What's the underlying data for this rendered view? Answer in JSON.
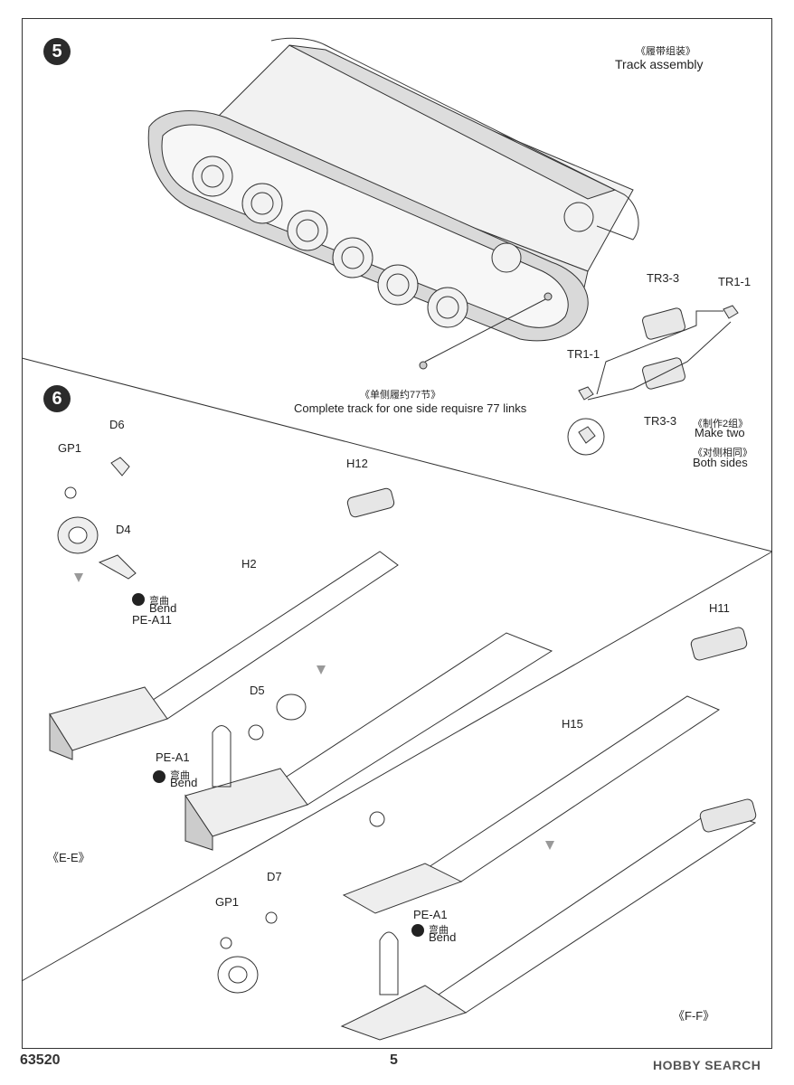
{
  "step5": {
    "number": "5",
    "title_cn": "《履带组装》",
    "title_en": "Track assembly",
    "track_note_cn": "《单侧履约77节》",
    "track_note_en": "Complete track for one side requisre 77 links",
    "parts": {
      "tr3_top": "TR3-3",
      "tr1_right": "TR1-1",
      "tr1_left": "TR1-1",
      "tr3_bottom": "TR3-3"
    },
    "make_two_cn": "《制作2组》",
    "make_two_en": "Make two",
    "both_sides_cn": "《对侧相同》",
    "both_sides_en": "Both sides"
  },
  "step6": {
    "number": "6",
    "parts": {
      "d6": "D6",
      "gp1_top": "GP1",
      "d4": "D4",
      "h12": "H12",
      "h2": "H2",
      "pe_a11": "PE-A11",
      "d5": "D5",
      "pe_a1_left": "PE-A1",
      "h11": "H11",
      "h15": "H15",
      "d7": "D7",
      "gp1_bottom": "GP1",
      "pe_a1_right": "PE-A1"
    },
    "bend_cn": "弯曲",
    "bend_en": "Bend",
    "section_ee": "《E-E》",
    "section_ff": "《F-F》"
  },
  "footer": {
    "kit_number": "63520",
    "page_number": "5",
    "brand": "HOBBY SEARCH"
  }
}
